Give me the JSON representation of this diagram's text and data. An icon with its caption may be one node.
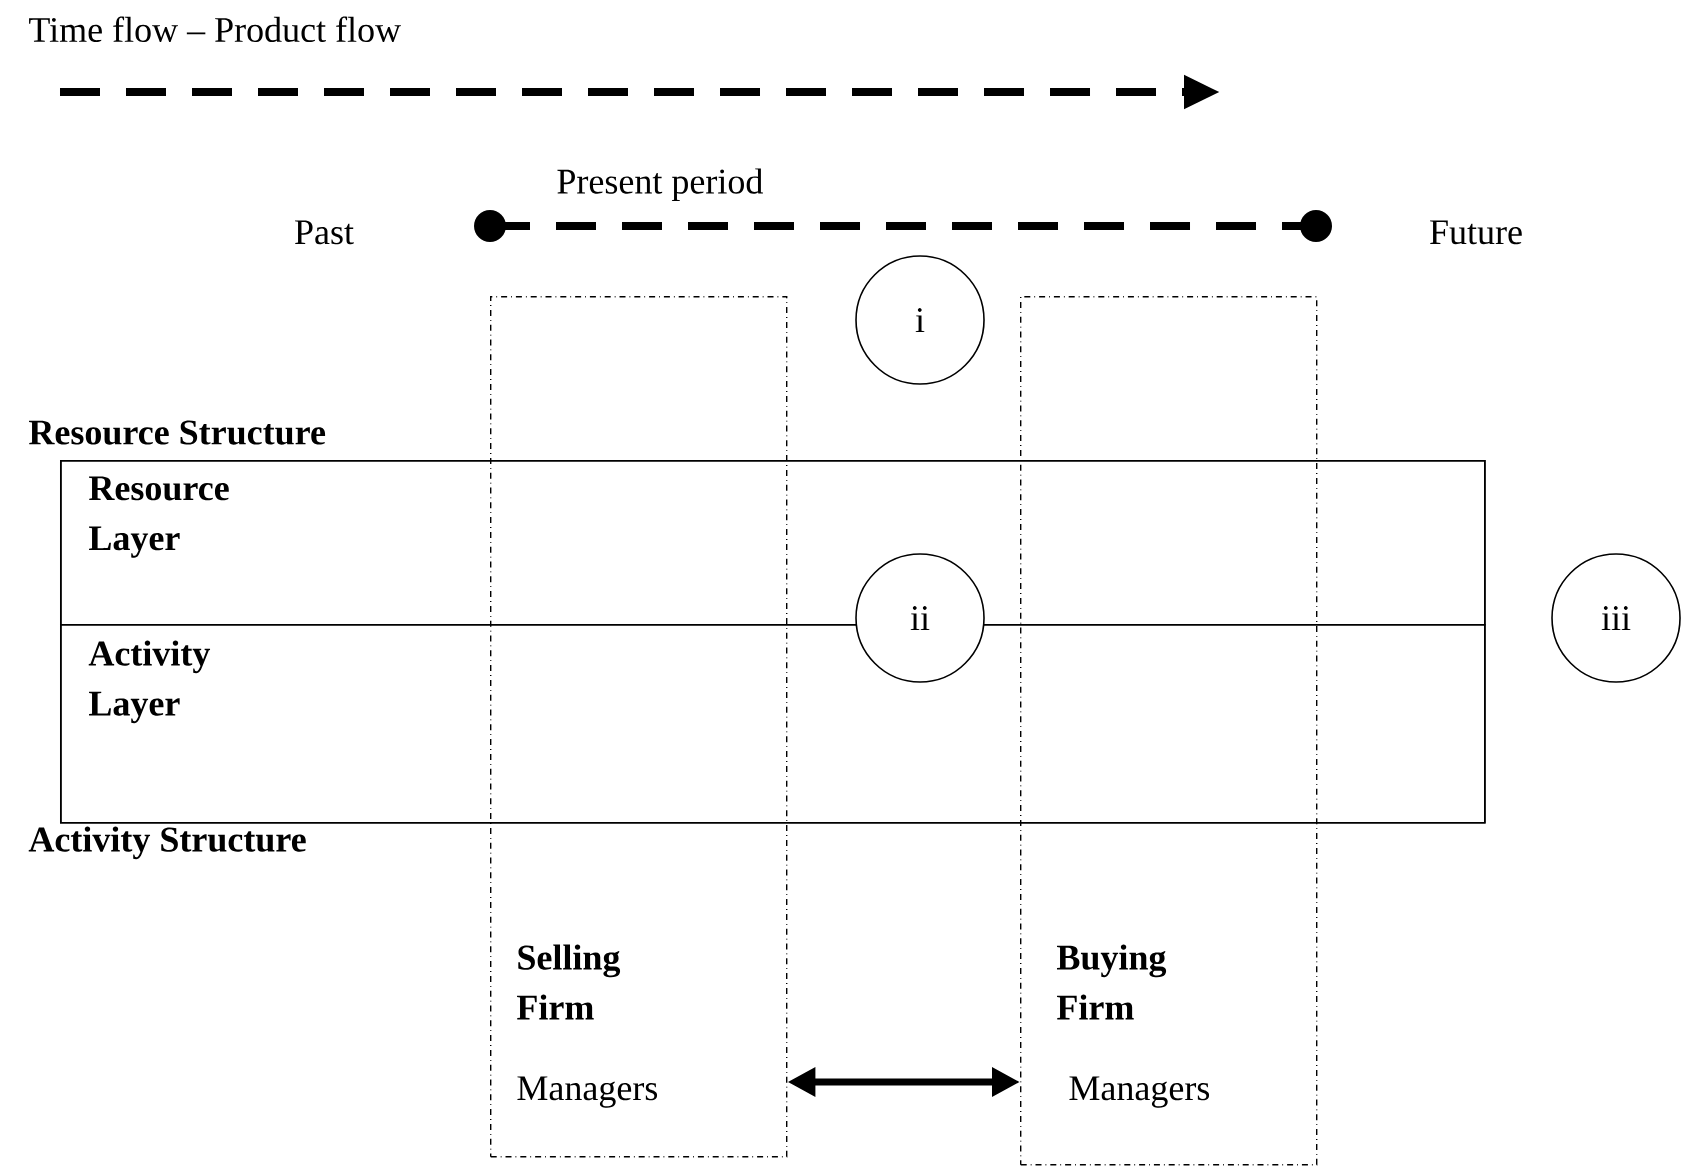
{
  "diagram": {
    "nodes": [
      {
        "text": [
          "Resource Structure",
          "Activity Structure"
        ]
      },
      {
        "text": [
          "Resource Layer"
        ],
        "in": 0
      },
      {
        "text": [
          "Activity Layer"
        ],
        "in": 0
      },
      {
        "text": [
          "Selling Firm",
          "Managers"
        ]
      },
      {
        "text": [
          "Buying Firm",
          "Managers"
        ]
      },
      {
        "text": [
          "i"
        ]
      },
      {
        "text": [
          "ii"
        ],
        "in": 0
      },
      {
        "text": [
          "iii"
        ]
      }
    ],
    "edges": [
      {
        "from": 3,
        "to": 4,
        "arrow": "both"
      }
    ],
    "labels": [
      "Time flow – Product flow",
      "Present period",
      "Past",
      "Future"
    ]
  }
}
